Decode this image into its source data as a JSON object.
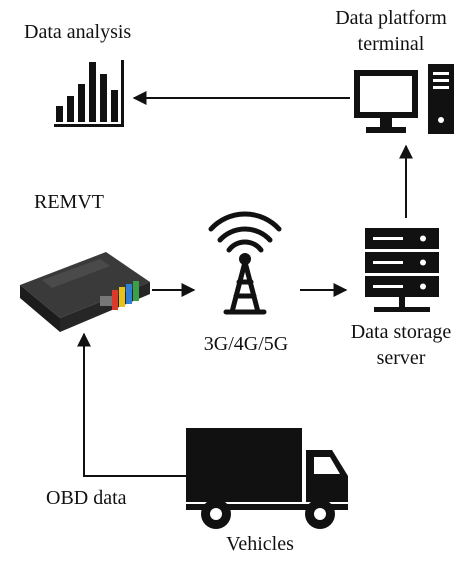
{
  "labels": {
    "data_analysis": "Data analysis",
    "platform_line1": "Data platform",
    "platform_line2": "terminal",
    "remvt": "REMVT",
    "network": "3G/4G/5G",
    "storage_line1": "Data storage",
    "storage_line2": "server",
    "obd": "OBD data",
    "vehicles": "Vehicles"
  },
  "icons": {
    "analysis": "bar-chart-icon",
    "terminal": "desktop-computer-icon",
    "remvt": "obd-device-icon",
    "network": "cell-tower-icon",
    "storage": "server-rack-icon",
    "vehicle": "truck-icon"
  },
  "colors": {
    "ink": "#111111",
    "device_body": "#2b2b2b",
    "wire_red": "#d93a2b",
    "wire_yellow": "#e8c21c",
    "wire_blue": "#2f7fd6",
    "wire_green": "#3aa04a"
  }
}
